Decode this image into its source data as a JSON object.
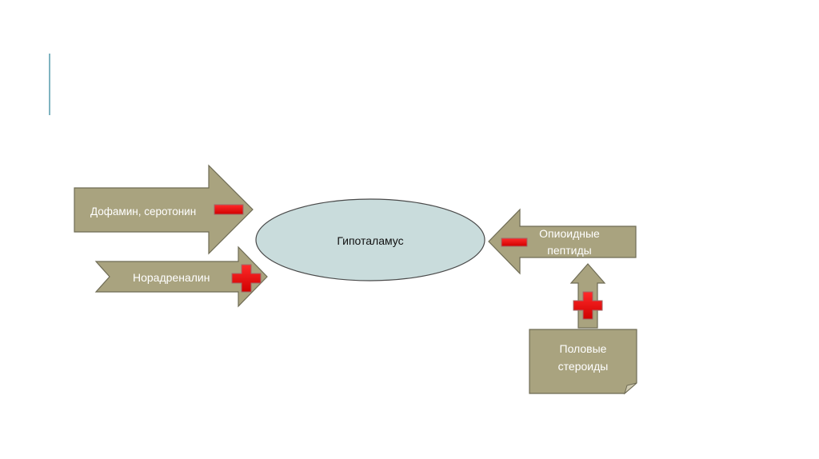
{
  "diagram": {
    "center": {
      "label": "Гипоталамус"
    },
    "inputs": {
      "dopamine_serotonin": {
        "label": "Дофамин, серотонин",
        "effect": "minus"
      },
      "noradrenaline": {
        "label": "Норадреналин",
        "effect": "plus"
      },
      "opioid_peptides": {
        "line1": "Опиоидные",
        "line2": "пептиды",
        "effect": "minus"
      },
      "sex_steroids": {
        "line1": "Половые",
        "line2": "стероиды",
        "effect": "plus"
      }
    },
    "colors": {
      "arrow_fill": "#a9a37f",
      "arrow_stroke": "#6f6c55",
      "ellipse_fill": "#c9dcdc",
      "ellipse_stroke": "#4a4a4a",
      "sign_fill": "#e01010",
      "sign_stroke": "#a06a6a",
      "accent": "#7fb3c0"
    }
  }
}
